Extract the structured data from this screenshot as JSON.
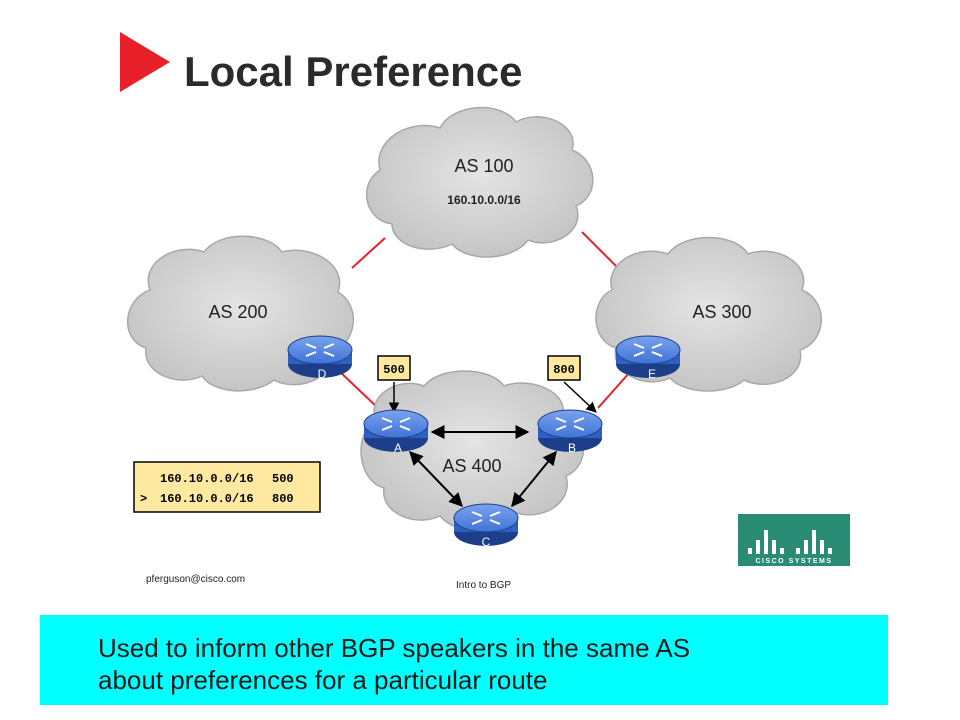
{
  "slide": {
    "title": "Local Preference",
    "footer_email": "pferguson@cisco.com",
    "footer_course": "Intro to BGP",
    "logo_text": "CISCO SYSTEMS",
    "caption_line1": "Used to inform other BGP speakers in the same AS",
    "caption_line2": "about preferences for a particular route"
  },
  "clouds": {
    "as100": {
      "label": "AS 100",
      "prefix": "160.10.0.0/16"
    },
    "as200": {
      "label": "AS 200"
    },
    "as300": {
      "label": "AS 300"
    },
    "as400": {
      "label": "AS 400"
    }
  },
  "routers": {
    "a": "A",
    "b": "B",
    "c": "C",
    "d": "D",
    "e": "E"
  },
  "pref_tags": {
    "left": "500",
    "right": "800"
  },
  "route_table": {
    "row1": {
      "marker": "",
      "prefix": "160.10.0.0/16",
      "value": "500"
    },
    "row2": {
      "marker": ">",
      "prefix": "160.10.0.0/16",
      "value": "800"
    }
  },
  "colors": {
    "accent": "#e8202a",
    "caption_bg": "#00ffff",
    "router": "#2f63c8",
    "table_bg": "#ffe8a0",
    "cloud": "#d0d0d0",
    "logo": "#2a8c74"
  }
}
